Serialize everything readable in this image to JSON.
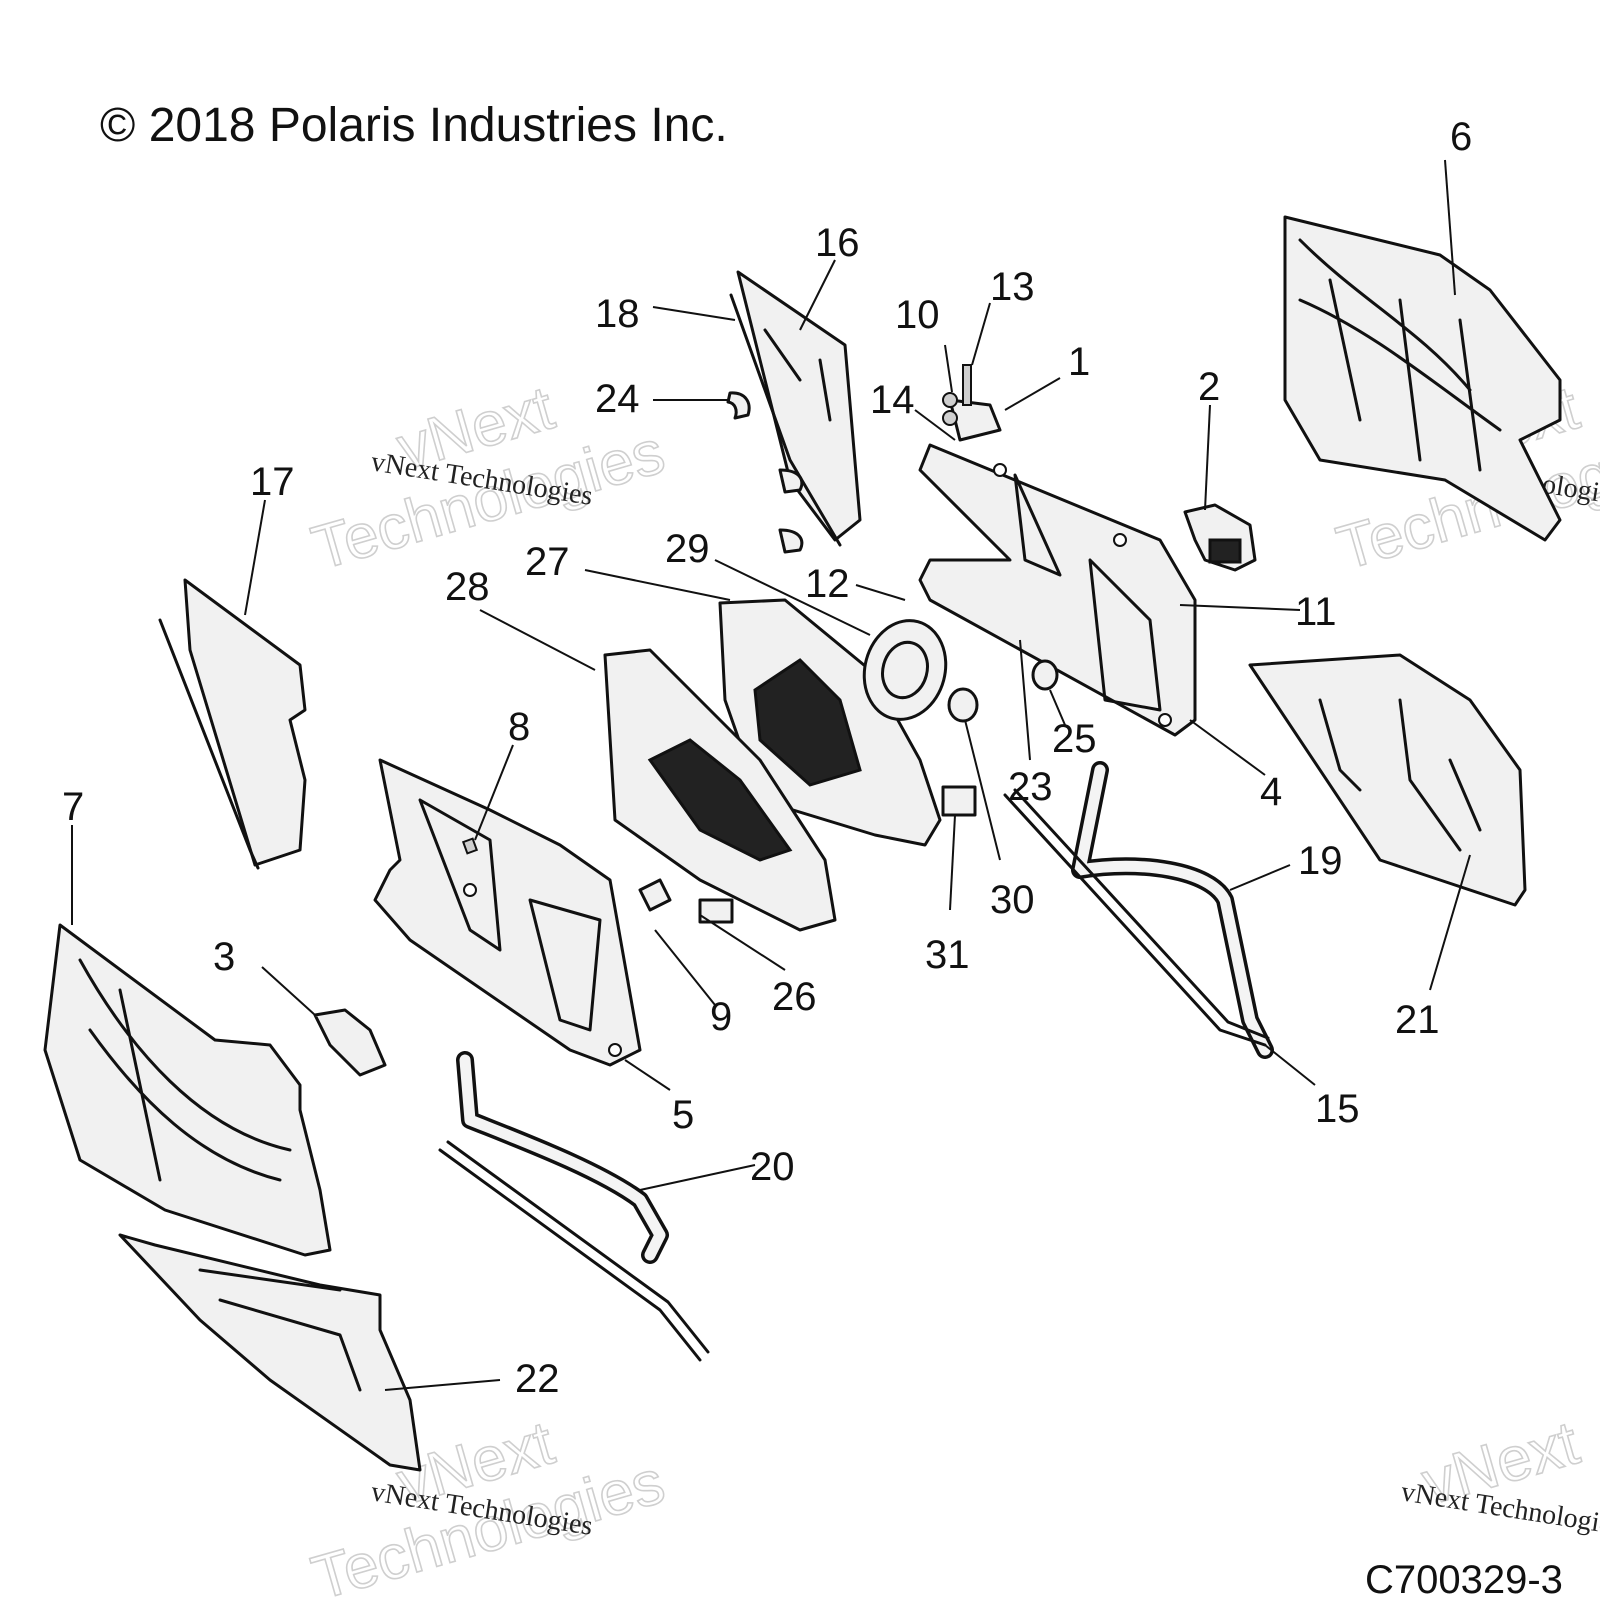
{
  "copyright": "© 2018 Polaris Industries Inc.",
  "drawing_code": "C700329-3",
  "watermarks": {
    "big_top": "vNext",
    "big_bottom": "Technologies",
    "small": "vNext Technologies"
  },
  "callouts": [
    "1",
    "2",
    "3",
    "4",
    "5",
    "6",
    "7",
    "8",
    "9",
    "10",
    "11",
    "12",
    "13",
    "14",
    "15",
    "16",
    "17",
    "18",
    "19",
    "20",
    "21",
    "22",
    "23",
    "24",
    "25",
    "26",
    "27",
    "28",
    "29",
    "30",
    "31"
  ]
}
